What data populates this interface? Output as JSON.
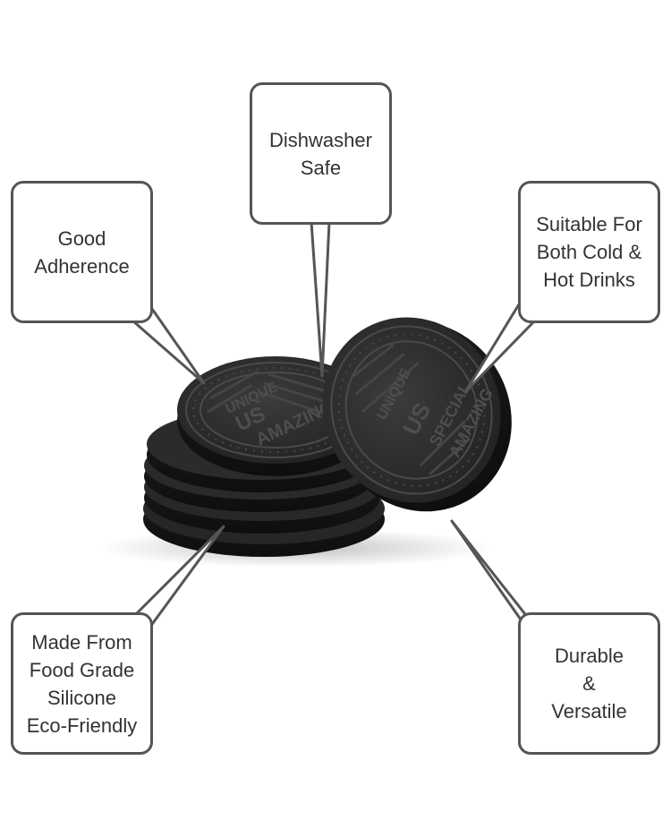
{
  "callouts": {
    "dishwasher": {
      "lines": [
        "Dishwasher",
        "Safe"
      ]
    },
    "adherence": {
      "lines": [
        "Good",
        "Adherence"
      ]
    },
    "drinks": {
      "lines": [
        "Suitable For",
        "Both Cold &",
        "Hot Drinks"
      ]
    },
    "material": {
      "lines": [
        "Made From",
        "Food Grade",
        "Silicone",
        "Eco-Friendly"
      ]
    },
    "durable": {
      "lines": [
        "Durable",
        "&",
        "Versatile"
      ]
    }
  },
  "coaster": {
    "emboss_text": [
      "UNIQUE",
      "US",
      "SPECIAL",
      "AMAZING"
    ],
    "colors": {
      "body": "#2b2b2b",
      "edge": "#151515",
      "rim": "#3a3a3a"
    }
  }
}
